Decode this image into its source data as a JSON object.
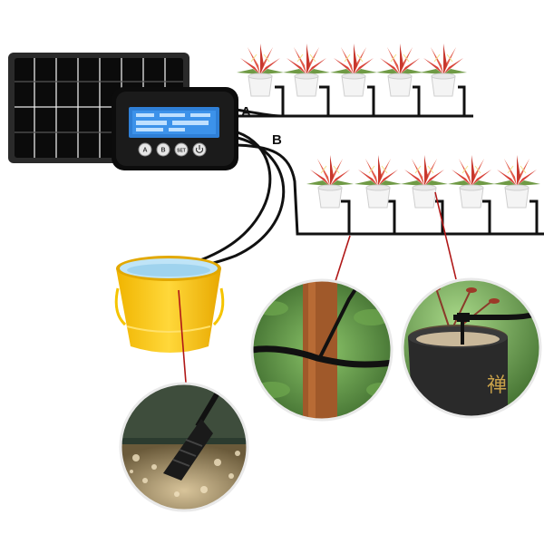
{
  "labels": {
    "line_a": "A",
    "line_b": "B"
  },
  "controller": {
    "buttons": [
      "A",
      "B",
      "SET",
      ""
    ]
  },
  "pot_mark": "禅",
  "colors": {
    "tube": "#111111",
    "bucket": "#f5c400",
    "water": "#bfe4f7",
    "pointer": "#b01818",
    "leaf_red": "#d8443a",
    "leaf_green": "#4f8a3a",
    "screen": "#2f7fd6"
  },
  "icons": [
    "solar-panel-icon",
    "controller-icon",
    "bucket-icon",
    "plant-pot-icon",
    "power-button-icon"
  ]
}
